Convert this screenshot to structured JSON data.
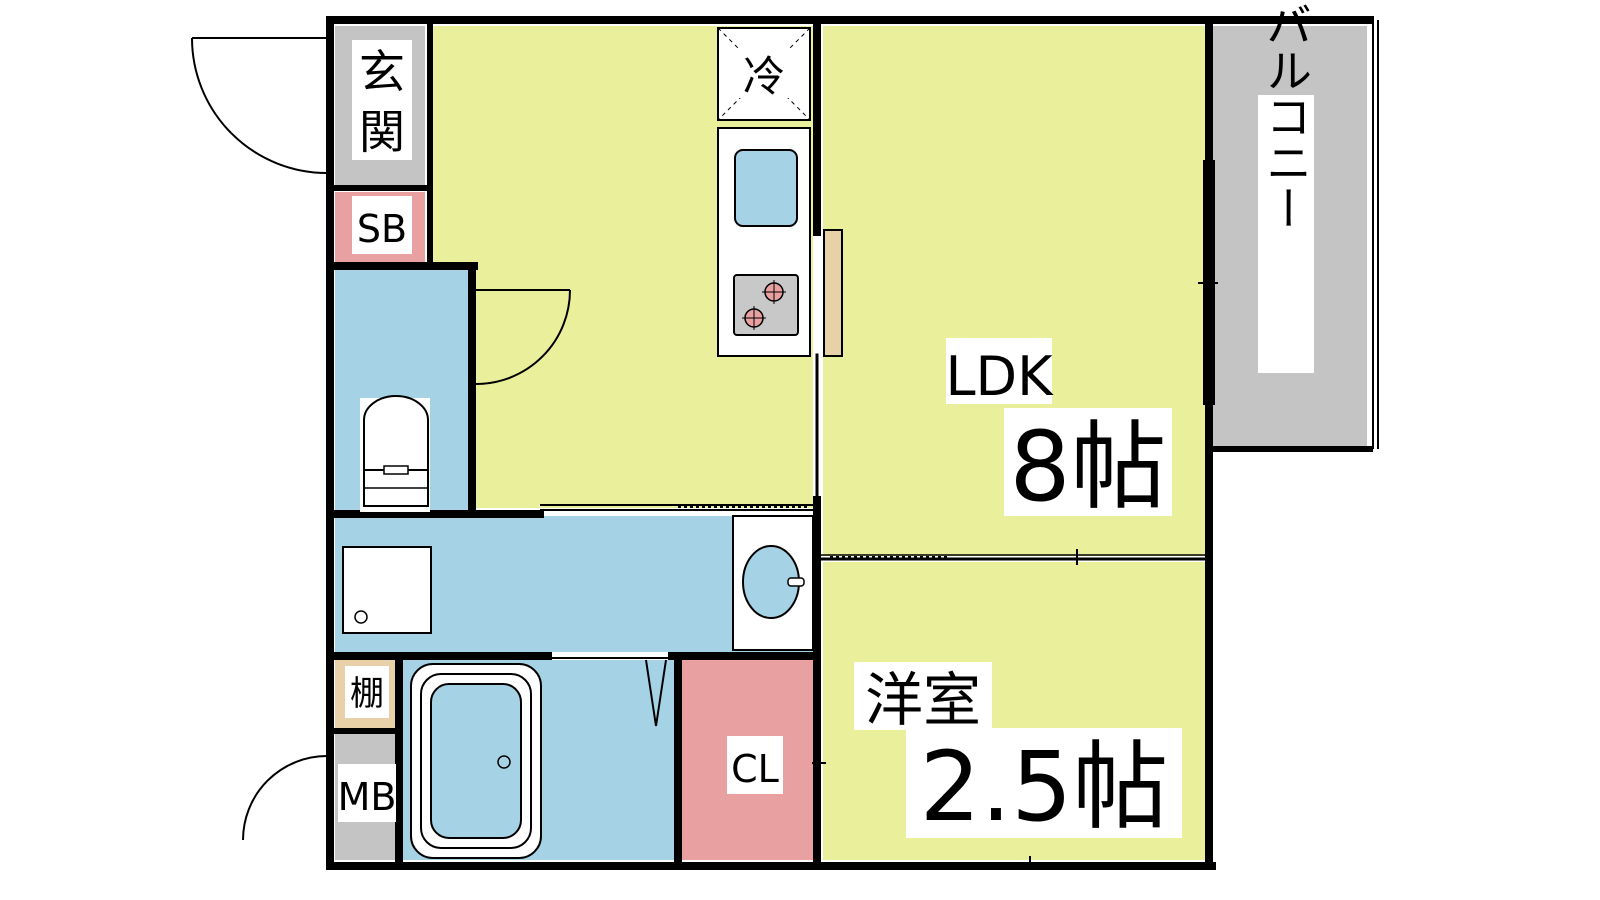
{
  "rooms": {
    "entrance": "玄関",
    "shoe_box": "SB",
    "refrigerator": "冷",
    "balcony": "バルコニー",
    "ldk": {
      "name": "LDK",
      "size": "8帖"
    },
    "western_room": {
      "name": "洋室",
      "size": "2.5帖"
    },
    "closet": "CL",
    "shelf": "棚",
    "meter_box": "MB"
  },
  "colors": {
    "living": "#eaef9c",
    "water": "#a6d2e6",
    "storage": "#e8a0a0",
    "balcony": "#c4c4c4",
    "shelf": "#e8d0a8",
    "wall": "#000000"
  }
}
